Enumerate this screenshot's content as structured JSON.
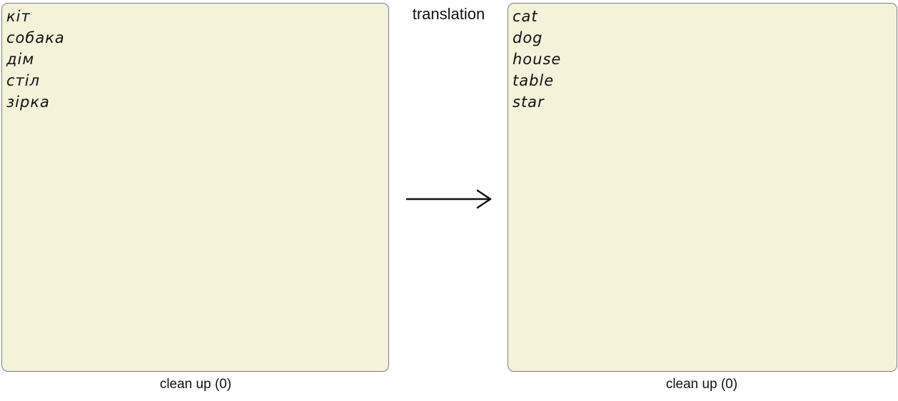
{
  "source_panel": {
    "words": [
      "кіт",
      "собака",
      "дім",
      "стіл",
      "зірка"
    ],
    "cleanup_label": "clean up (0)"
  },
  "middle": {
    "label": "translation",
    "arrow_icon": "right-arrow-icon"
  },
  "target_panel": {
    "words": [
      "cat",
      "dog",
      "house",
      "table",
      "star"
    ],
    "cleanup_label": "clean up (0)"
  },
  "colors": {
    "panel_background": "#f4f3da",
    "panel_border": "#7d7d7d",
    "text": "#111111"
  }
}
